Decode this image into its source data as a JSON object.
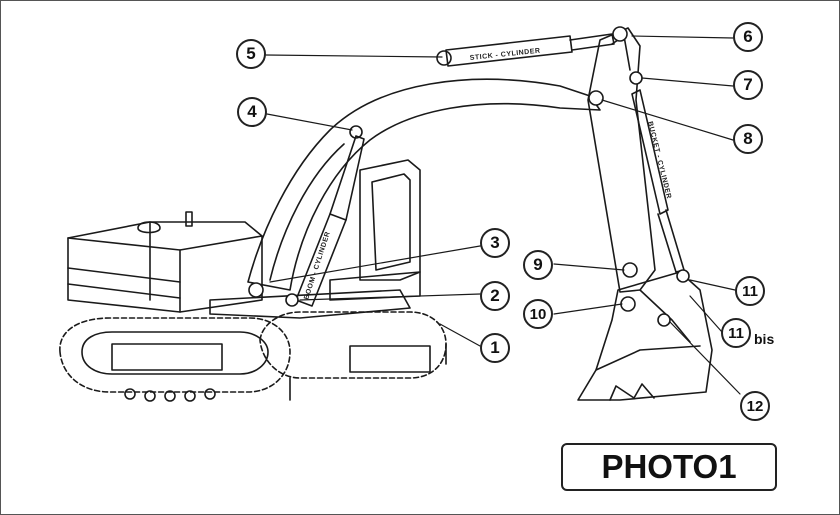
{
  "diagram": {
    "labels": {
      "stick_cylinder": "STICK - CYLINDER",
      "boom_cylinder": "BOOM - CYLINDER",
      "bucket_cylinder": "BUCKET - CYLINDER"
    },
    "callouts": [
      "1",
      "2",
      "3",
      "4",
      "5",
      "6",
      "7",
      "8",
      "9",
      "10",
      "11",
      "11",
      "12"
    ],
    "callout_suffix": "bis",
    "photo_label": "PHOTO1"
  }
}
